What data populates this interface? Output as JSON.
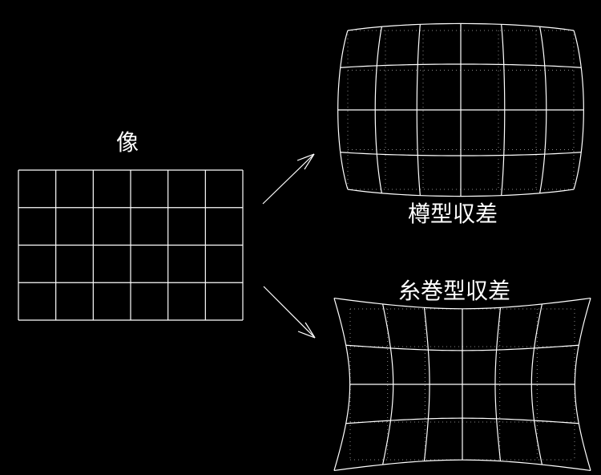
{
  "labels": {
    "original": "像",
    "barrel": "樽型収差",
    "pincushion": "糸巻型収差"
  },
  "colors": {
    "background": "#000000",
    "grid_line": "#ffffff",
    "reference_grid": "#8a8a8a"
  },
  "grid": {
    "columns": 6,
    "rows": 4
  }
}
